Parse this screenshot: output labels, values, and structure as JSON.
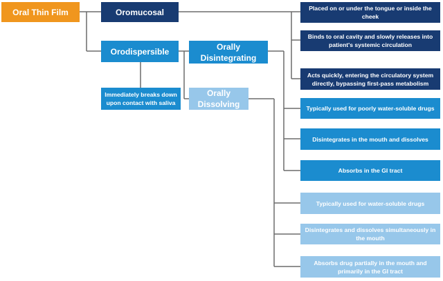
{
  "root": {
    "label": "Oral Thin Film"
  },
  "oromucosal": {
    "label": "Oromucosal",
    "details": [
      "Placed on or under the tongue or inside the cheek",
      "Binds to oral cavity and slowly releases into patient's systemic circulation",
      "Acts quickly, entering the circulatory system directly, bypassing first-pass metabolism"
    ]
  },
  "orodispersible": {
    "label": "Orodispersible",
    "detail": "Immediately breaks down upon contact with saliva"
  },
  "orally_disintegrating": {
    "label": "Orally Disintegrating",
    "details": [
      "Typically used for poorly water-soluble drugs",
      "Disintegrates in the mouth and dissolves",
      "Absorbs in the GI tract"
    ]
  },
  "orally_dissolving": {
    "label": "Orally Dissolving",
    "details": [
      "Typically used for water-soluble drugs",
      "Disintegrates and dissolves simultaneously in the mouth",
      "Absorbs drug partially in the mouth and primarily in the GI tract"
    ]
  },
  "colors": {
    "root": "#f0961e",
    "oromucosal": "#183b72",
    "disintegrating": "#1b8ccf",
    "dissolving": "#97c7ea",
    "connector": "#6b6b6b"
  }
}
